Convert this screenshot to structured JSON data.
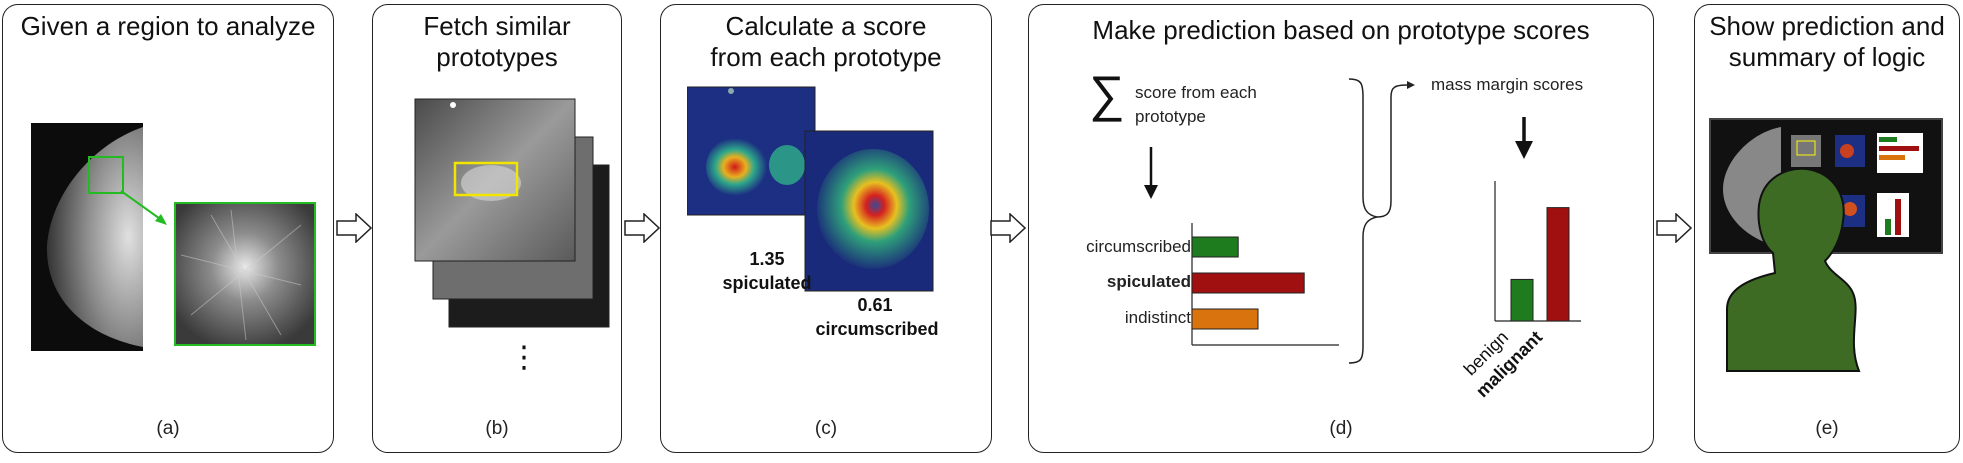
{
  "panels": {
    "a": {
      "title": "Given a region to analyze",
      "label": "(a)"
    },
    "b": {
      "title_line1": "Fetch similar",
      "title_line2": "prototypes",
      "label": "(b)",
      "more": "⋮"
    },
    "c": {
      "title_line1": "Calculate a score",
      "title_line2": "from each prototype",
      "label": "(c)",
      "score1": "1.35",
      "name1": "spiculated",
      "score2": "0.61",
      "name2": "circumscribed"
    },
    "d": {
      "title": "Make prediction based on prototype scores",
      "label": "(d)",
      "sum_symbol": "∑",
      "sum_text_line1": "score from each",
      "sum_text_line2": "prototype",
      "margin_title": "mass margin scores"
    },
    "e": {
      "title_line1": "Show prediction and",
      "title_line2": "summary of logic",
      "label": "(e)"
    }
  },
  "chart_data": [
    {
      "type": "bar",
      "orientation": "horizontal",
      "categories": [
        "circumscribed",
        "spiculated",
        "indistinct"
      ],
      "values": [
        0.35,
        0.85,
        0.5
      ],
      "colors": [
        "#1e7b1e",
        "#a01010",
        "#d9730d"
      ],
      "emphasized": "spiculated"
    },
    {
      "type": "bar",
      "orientation": "vertical",
      "categories": [
        "benign",
        "malignant"
      ],
      "values": [
        0.33,
        0.9
      ],
      "colors": [
        "#1e7b1e",
        "#a01010"
      ],
      "emphasized": "malignant"
    }
  ],
  "colors": {
    "green": "#1e7b1e",
    "red": "#a01010",
    "orange": "#d9730d",
    "person": "#3d6b23",
    "highlight_green": "#22bb22",
    "highlight_yellow": "#f2e600"
  }
}
